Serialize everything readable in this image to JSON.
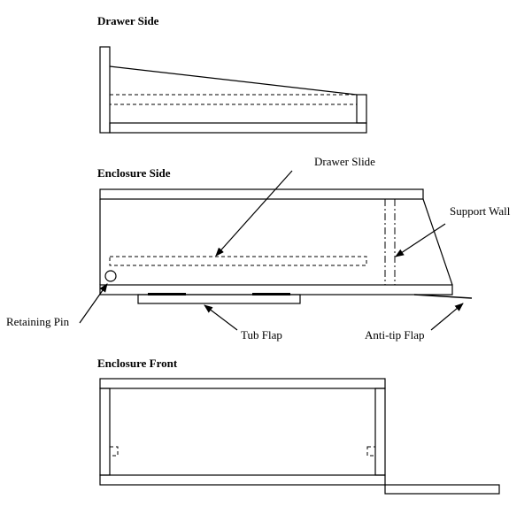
{
  "titles": {
    "drawer_side": "Drawer Side",
    "enclosure_side": "Enclosure Side",
    "enclosure_front": "Enclosure Front"
  },
  "labels": {
    "drawer_slide": "Drawer Slide",
    "support_wall": "Support Wall",
    "retaining_pin": "Retaining Pin",
    "tub_flap": "Tub Flap",
    "anti_tip_flap": "Anti-tip Flap"
  }
}
